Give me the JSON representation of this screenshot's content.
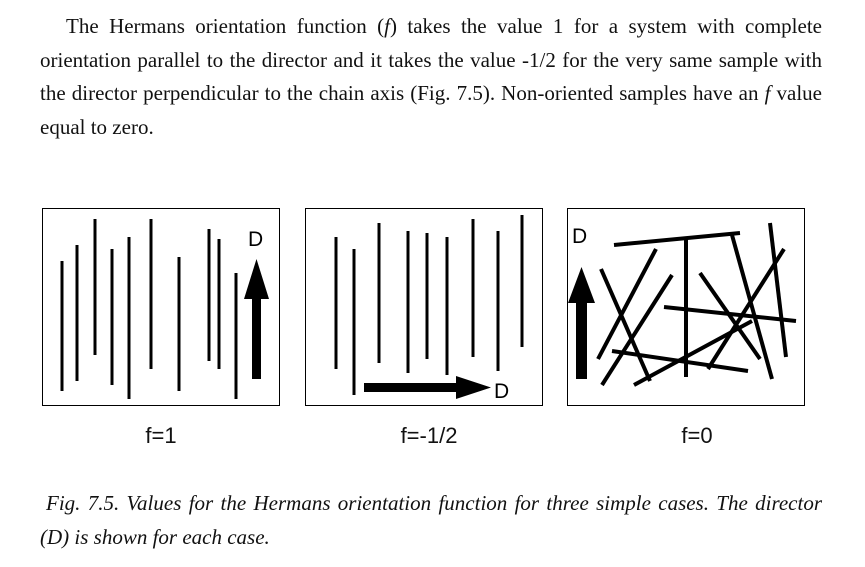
{
  "paragraph": {
    "part1": "The Hermans orientation function (",
    "f1": "f",
    "part2": ") takes the value 1 for a system with complete orientation parallel to the director and it takes the value -1/2 for the very same sample with the director perpendicular to the chain axis (Fig. 7.5). Non-oriented samples have an ",
    "f2": "f",
    "part3": " value equal to zero."
  },
  "figure": {
    "panels": [
      {
        "director_label": "D",
        "value_label": "f=1"
      },
      {
        "director_label": "D",
        "value_label": "f=-1/2"
      },
      {
        "director_label": "D",
        "value_label": "f=0"
      }
    ]
  },
  "caption": {
    "text": "Fig. 7.5. Values for the Hermans orientation function for three simple cases. The director (D) is shown for each case."
  }
}
